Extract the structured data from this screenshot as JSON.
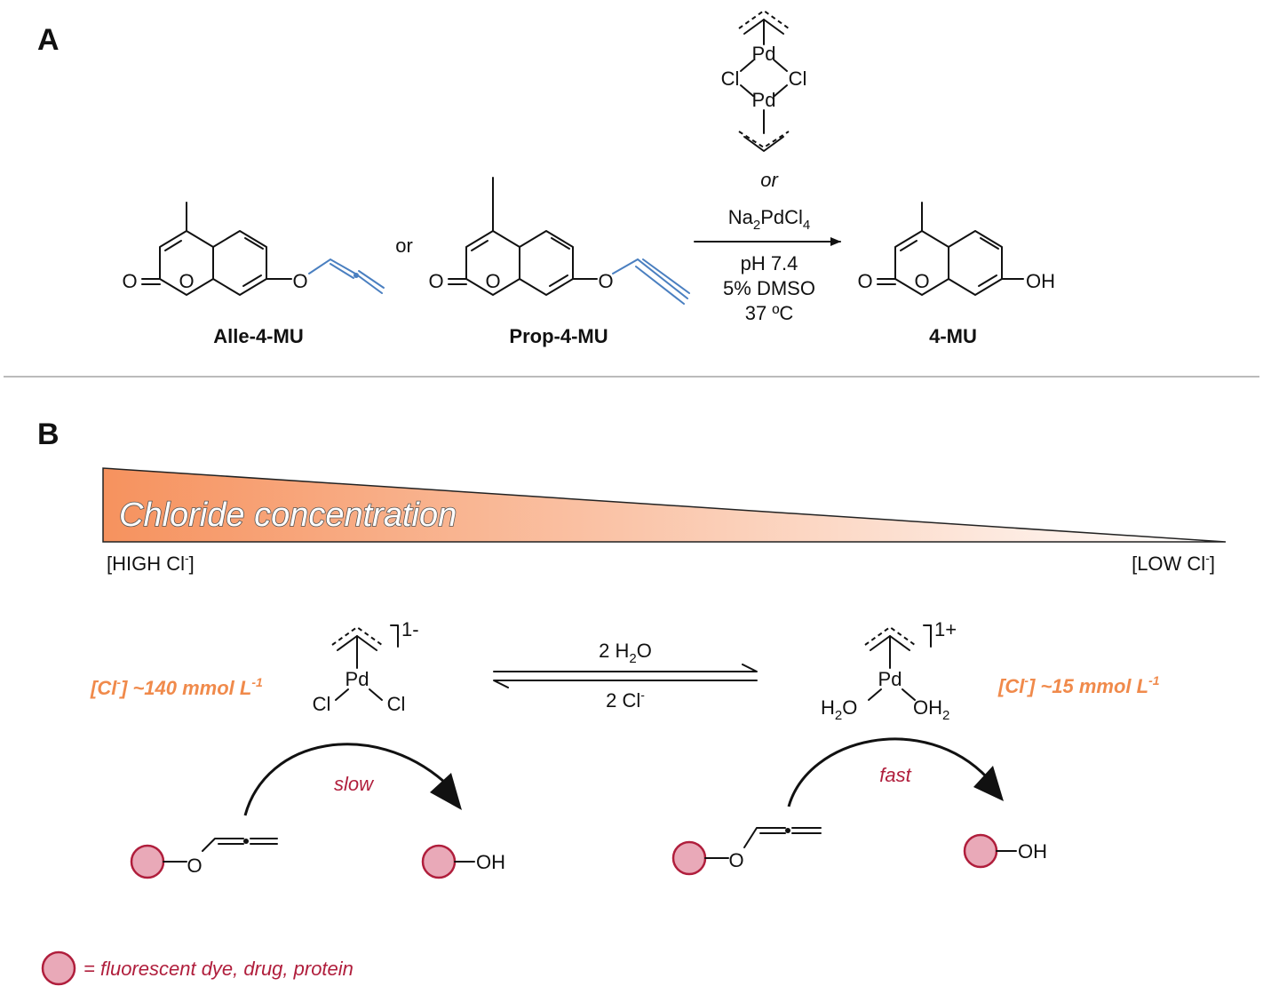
{
  "panel_a": {
    "label": "A",
    "or_reactants": "or",
    "catalyst_or": "or",
    "reactant1_name": "Alle-4-MU",
    "reactant2_name": "Prop-4-MU",
    "product_name": "4-MU",
    "atom_O": "O",
    "atom_OH": "OH",
    "atom_Pd": "Pd",
    "atom_Cl": "Cl",
    "catalyst2": {
      "base": "Na",
      "s1": "2",
      "mid": "PdCl",
      "s2": "4"
    },
    "conditions": [
      "pH 7.4",
      "5% DMSO",
      "37 ºC"
    ]
  },
  "panel_b": {
    "label": "B",
    "gradient_title": "Chloride concentration",
    "high": {
      "pre": "[HIGH Cl",
      "sup": "-",
      "post": "]"
    },
    "low": {
      "pre": "[LOW Cl",
      "sup": "-",
      "post": "]"
    },
    "left_complex_charge": "1-",
    "right_complex_charge": "1+",
    "left_conc": {
      "pre": "[Cl",
      "sup1": "-",
      "mid": "] ~140 mmol L",
      "sup2": "-1"
    },
    "right_conc": {
      "pre": "[Cl",
      "sup1": "-",
      "mid": "] ~15 mmol L",
      "sup2": "-1"
    },
    "forward": {
      "pre": "2 H",
      "sub": "2",
      "post": "O"
    },
    "reverse": {
      "pre": "2 Cl",
      "sup": "-"
    },
    "ligand_H": "H",
    "ligand_sub": "2",
    "ligand_O": "O",
    "slow": "slow",
    "fast": "fast",
    "legend": "= fluorescent dye, drug, protein"
  },
  "colors": {
    "orange": "#f08a4b",
    "crimson": "#b01e3c",
    "circle_fill": "#e9a9b8",
    "allene_blue": "#4a7fc0"
  }
}
